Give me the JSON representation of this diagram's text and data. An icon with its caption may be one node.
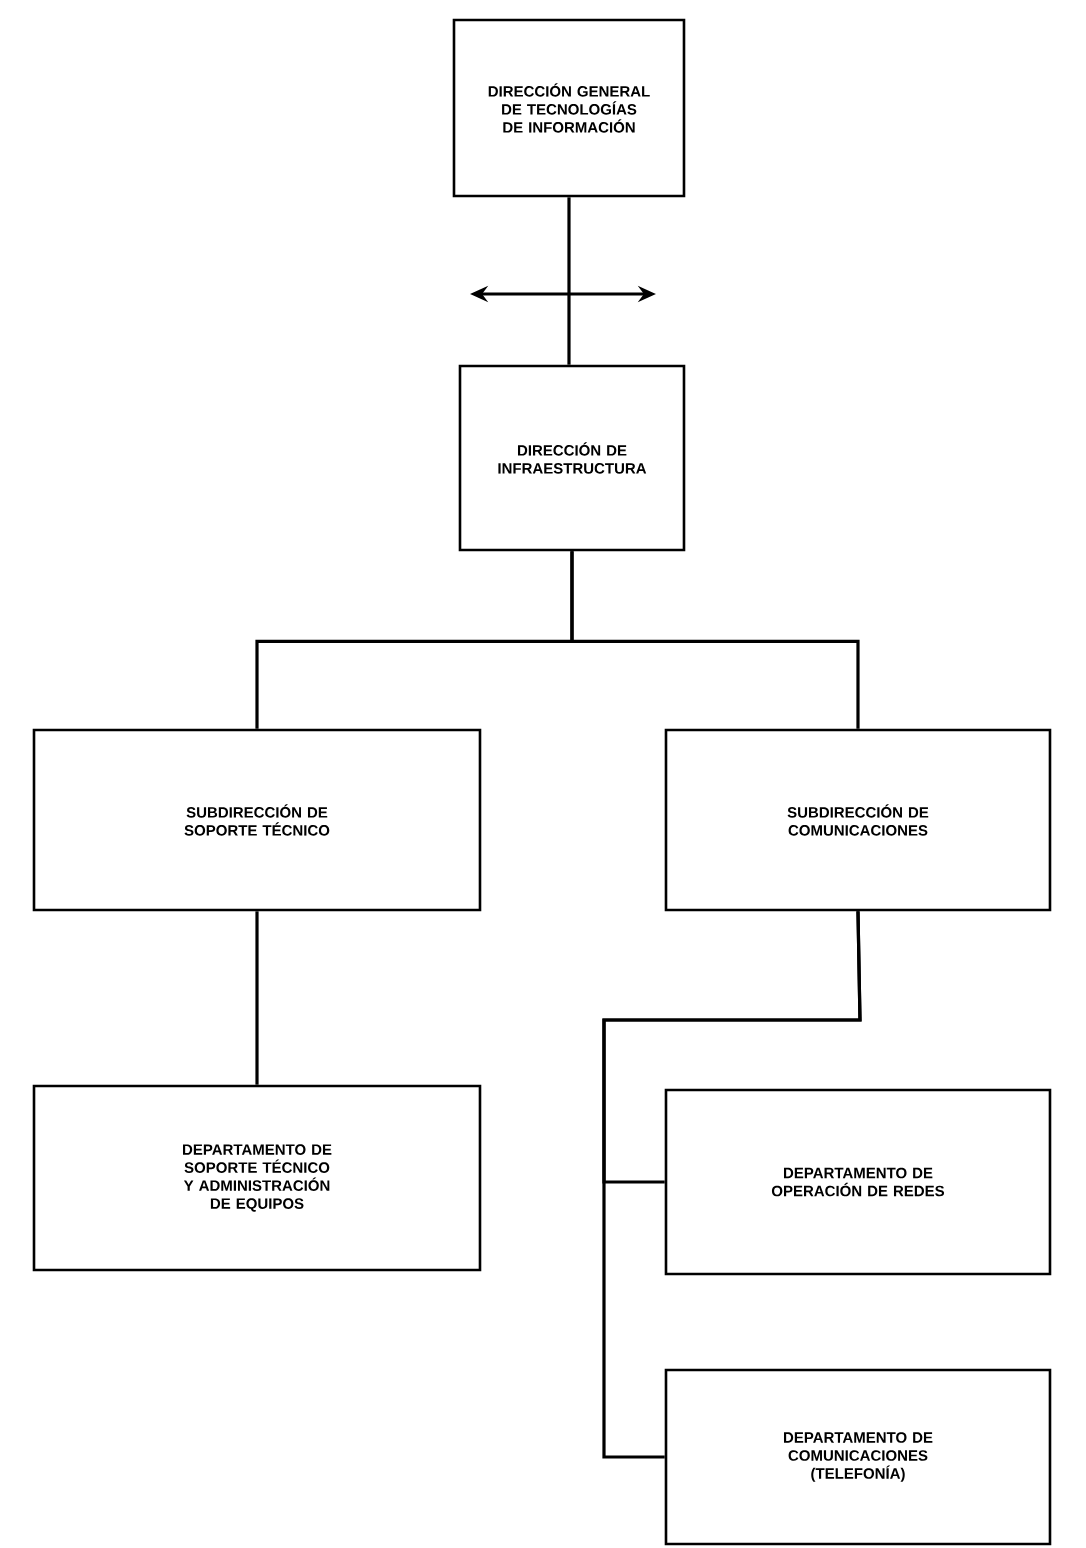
{
  "diagram": {
    "nodes": [
      {
        "text": [
          "DIRECCIÓN GENERAL DE TECNOLOGÍAS DE INFORMACIÓN"
        ]
      },
      {
        "text": [
          "DIRECCIÓN DE INFRAESTRUCTURA"
        ]
      },
      {
        "text": [
          "SUBDIRECCIÓN DE SOPORTE TÉCNICO"
        ]
      },
      {
        "text": [
          "SUBDIRECCIÓN DE COMUNICACIONES"
        ]
      },
      {
        "text": [
          "DEPARTAMENTO DE SOPORTE TÉCNICO Y ADMINISTRACIÓN DE EQUIPOS"
        ]
      },
      {
        "text": [
          "DEPARTAMENTO DE OPERACIÓN DE REDES"
        ]
      },
      {
        "text": [
          "DEPARTAMENTO DE COMUNICACIONES (TELEFONÍA)"
        ]
      }
    ],
    "edges": [
      {
        "from": 0,
        "to": 1,
        "arrow": "none"
      },
      {
        "from": 1,
        "to": 2,
        "arrow": "none"
      },
      {
        "from": 1,
        "to": 3,
        "arrow": "none"
      },
      {
        "from": 2,
        "to": 4,
        "arrow": "none"
      },
      {
        "from": 3,
        "to": 5,
        "arrow": "none"
      },
      {
        "from": 3,
        "to": 6,
        "arrow": "none"
      }
    ]
  }
}
